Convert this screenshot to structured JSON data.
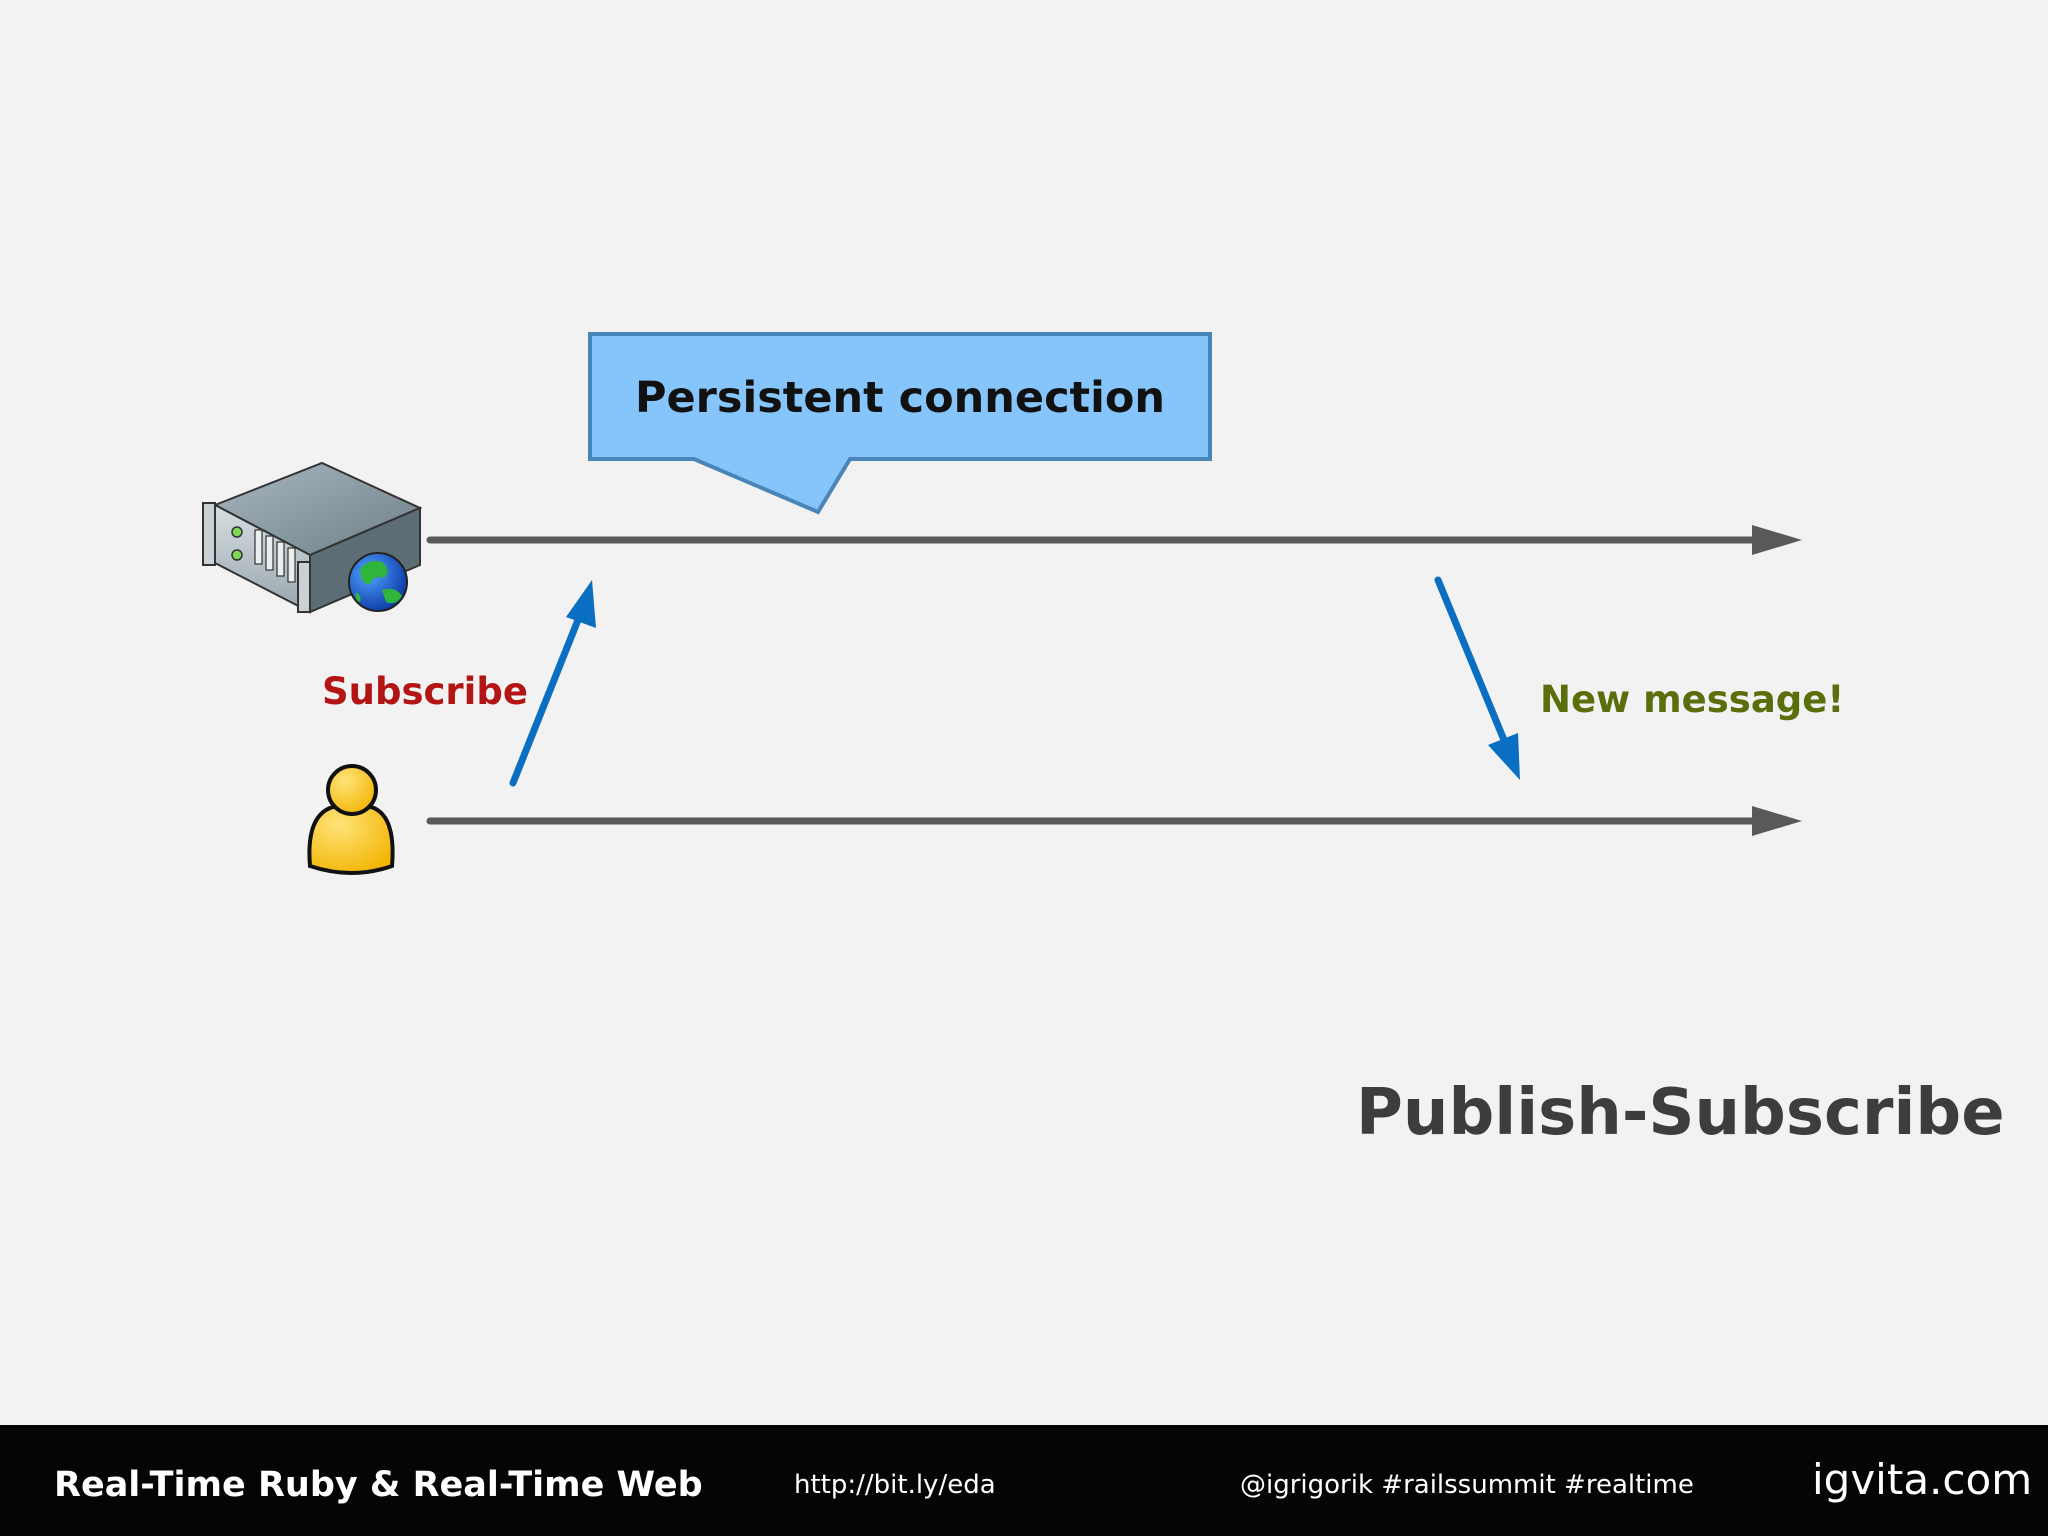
{
  "diagram": {
    "callout": "Persistent connection",
    "subscribe_label": "Subscribe",
    "new_message_label": "New message!",
    "title": "Publish-Subscribe"
  },
  "footer": {
    "title": "Real-Time Ruby & Real-Time Web",
    "link": "http://bit.ly/eda",
    "tags": "@igrigorik #railssummit #realtime",
    "site": "igvita.com"
  },
  "colors": {
    "background": "#f2f2f2",
    "timeline": "#595959",
    "arrow_blue": "#0a6fc2",
    "callout_fill": "#85c5fb",
    "callout_border": "#4a85b8",
    "subscribe_red": "#b31414",
    "new_message_green": "#5a6e0b",
    "footer_bg": "#050505"
  }
}
